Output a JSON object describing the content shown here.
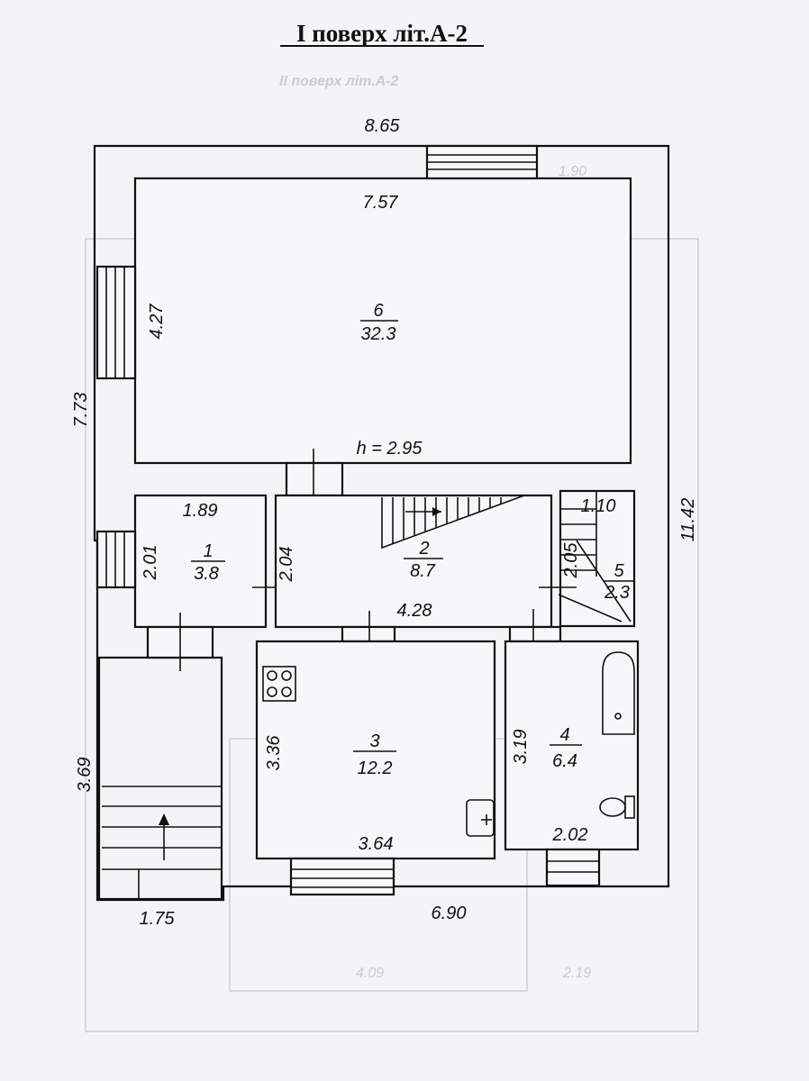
{
  "title": "I поверх літ.А-2",
  "dimensions": {
    "top_outer": "8.65",
    "left_outer": "7.73",
    "right_outer": "11.42",
    "bottom_left": "1.75",
    "bottom_main": "6.90",
    "left_lower": "3.69"
  },
  "rooms": [
    {
      "number": "6",
      "area": "32.3",
      "width": "7.57",
      "height": "4.27"
    },
    {
      "number": "1",
      "area": "3.8",
      "width": "1.89",
      "height": "2.01"
    },
    {
      "number": "2",
      "area": "8.7",
      "width": "4.28",
      "height": "2.04"
    },
    {
      "number": "5",
      "area": "2.3",
      "width": "1.10",
      "height": "2.05"
    },
    {
      "number": "3",
      "area": "12.2",
      "width": "3.64",
      "height": "3.36"
    },
    {
      "number": "4",
      "area": "6.4",
      "width": "2.02",
      "height": "3.19"
    }
  ],
  "ceiling_height": "h = 2.95"
}
